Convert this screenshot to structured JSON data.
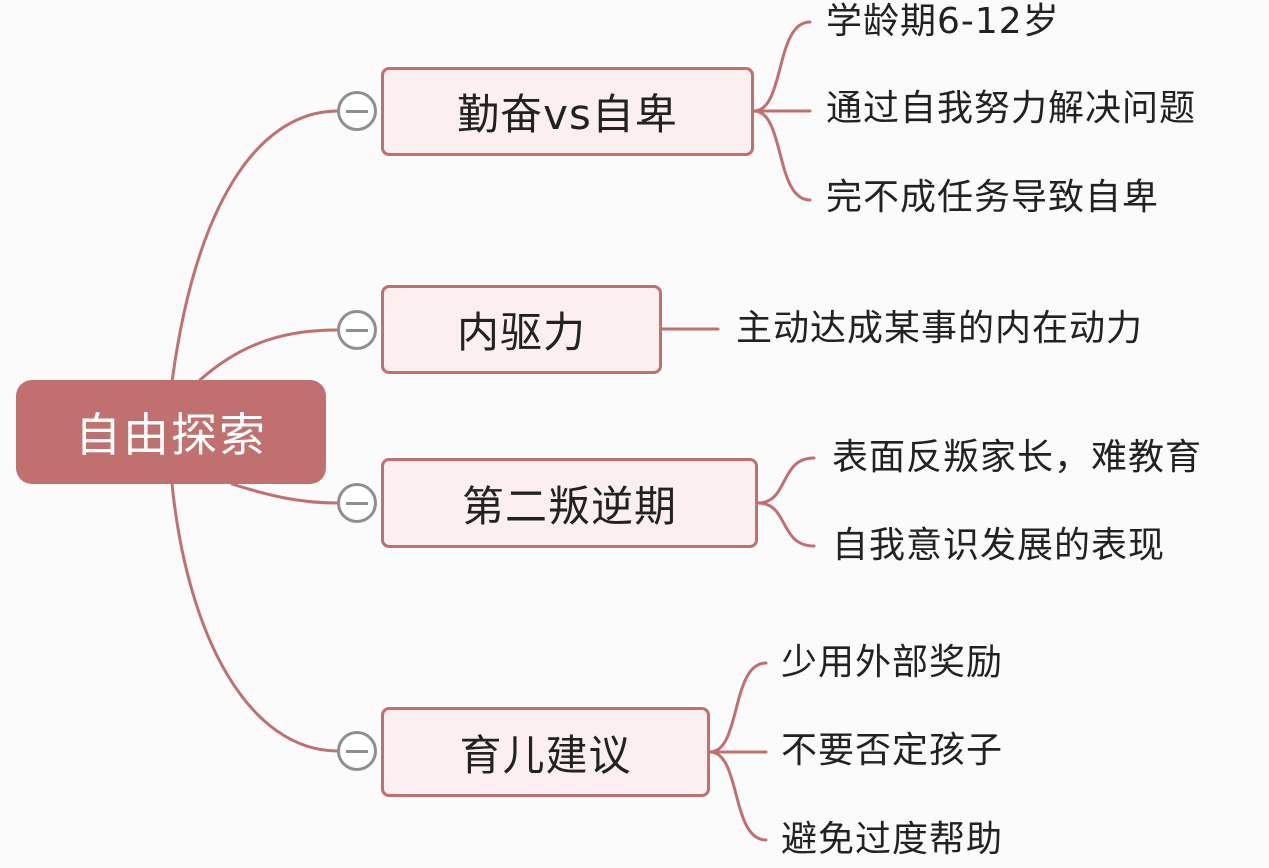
{
  "mindmap": {
    "root": {
      "label": "自由探索"
    },
    "branches": [
      {
        "label": "勤奋vs自卑",
        "children": [
          "学龄期6-12岁",
          "通过自我努力解决问题",
          "完不成任务导致自卑"
        ]
      },
      {
        "label": "内驱力",
        "children": [
          "主动达成某事的内在动力"
        ]
      },
      {
        "label": "第二叛逆期",
        "children": [
          "表面反叛家长，难教育",
          "自我意识发展的表现"
        ]
      },
      {
        "label": "育儿建议",
        "children": [
          "少用外部奖励",
          "不要否定孩子",
          "避免过度帮助"
        ]
      }
    ]
  },
  "colors": {
    "accent": "#c0716f",
    "branch_fill": "#fbf0ef",
    "collapse_icon": "#8f8f8f",
    "text": "#222222",
    "background": "#fbfbfb"
  },
  "icons": {
    "collapse": "minus-circle-icon"
  }
}
